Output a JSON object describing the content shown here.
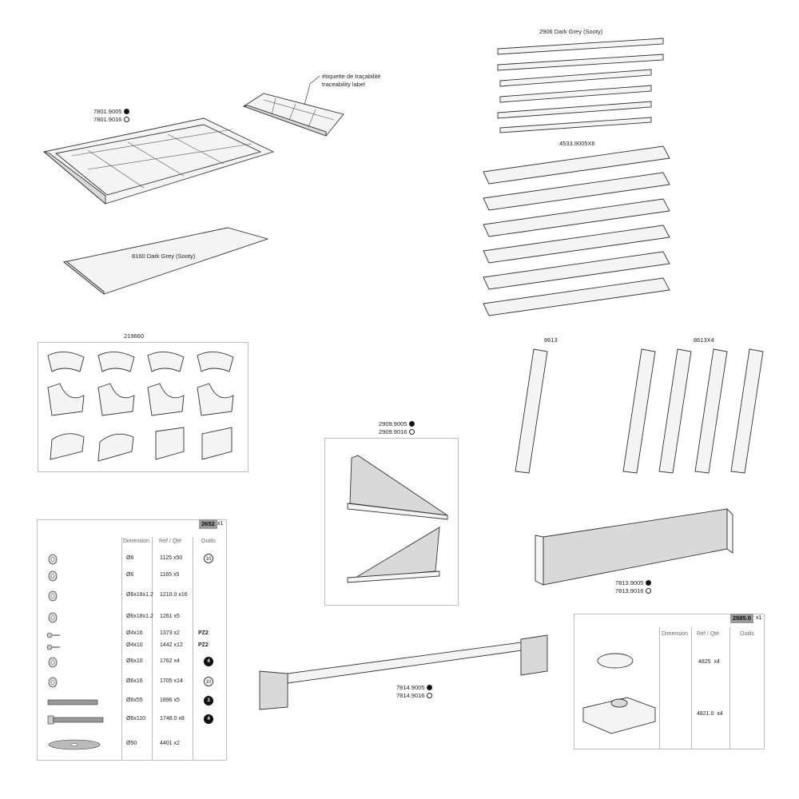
{
  "labels": {
    "traceability_fr": "étiquette de traçabilité",
    "traceability_en": "traceability label",
    "frame_ref_dark": "7801.9005",
    "frame_ref_white": "7801.9016",
    "board_label": "8160 Dark Grey (Sooty)",
    "rails_label": "2906 Dark Grey (Sooty)",
    "gutters_label": "4533.9005X6",
    "corners_label": "219660",
    "bracket_ref_dark": "2909.9005",
    "bracket_ref_white": "2909.9016",
    "leg_single": "8613",
    "legs_set": "8613X4",
    "panel_ref_dark": "7813.9005",
    "panel_ref_white": "7813.9016",
    "beam_ref_dark": "7814.9005",
    "beam_ref_white": "7814.9016"
  },
  "hardware_kit": {
    "kit_ref": "2652",
    "kit_qty": "x1",
    "headers": {
      "dimension": "Dimension",
      "ref_qty": "Réf  /  Qté",
      "tools": "Outils"
    },
    "rows": [
      {
        "icon": "nut-icon",
        "dimension": "Ø6",
        "ref": "1125",
        "qty": "x50",
        "tool": "10",
        "tool_style": "ring"
      },
      {
        "icon": "wing-nut-icon",
        "dimension": "Ø6",
        "ref": "1165",
        "qty": "x5",
        "tool": "",
        "tool_style": ""
      },
      {
        "icon": "washer-icon",
        "dimension": "Ø6x18x1.2",
        "ref": "1210.0",
        "qty": "x16",
        "tool": "",
        "tool_style": ""
      },
      {
        "icon": "washer-icon",
        "dimension": "Ø6x18x1.2",
        "ref": "1261",
        "qty": "x5",
        "tool": "",
        "tool_style": ""
      },
      {
        "icon": "screw-icon",
        "dimension": "Ø4x16",
        "ref": "1373",
        "qty": "x2",
        "tool": "PZ2",
        "tool_style": "pz"
      },
      {
        "icon": "screw-icon",
        "dimension": "Ø4x10",
        "ref": "1442",
        "qty": "x12",
        "tool": "PZ2",
        "tool_style": "pz"
      },
      {
        "icon": "hex-socket-bolt-icon",
        "dimension": "Ø6x10",
        "ref": "1762",
        "qty": "x4",
        "tool": "4",
        "tool_style": "hex"
      },
      {
        "icon": "hex-bolt-icon",
        "dimension": "Ø6x16",
        "ref": "1705",
        "qty": "x14",
        "tool": "10",
        "tool_style": "ring"
      },
      {
        "icon": "threaded-rod-icon",
        "dimension": "Ø6x55",
        "ref": "1896",
        "qty": "x5",
        "tool": "3",
        "tool_style": "hex"
      },
      {
        "icon": "long-bolt-icon",
        "dimension": "Ø6x110",
        "ref": "1748.0",
        "qty": "x8",
        "tool": "4",
        "tool_style": "hex"
      },
      {
        "icon": "disc-icon",
        "dimension": "Ø50",
        "ref": "4401",
        "qty": "x2",
        "tool": "",
        "tool_style": ""
      }
    ]
  },
  "feet_kit": {
    "kit_ref": "2885.0",
    "kit_qty": "x1",
    "headers": {
      "dimension": "Dimension",
      "ref_qty": "Réf  /  Qté",
      "tools": "Outils"
    },
    "rows": [
      {
        "icon": "pad-icon",
        "ref": "4825",
        "qty": "x4"
      },
      {
        "icon": "foot-icon",
        "ref": "4821.0",
        "qty": "x4"
      }
    ]
  },
  "colors": {
    "dark_swatch": "#111111",
    "white_swatch": "#ffffff",
    "kit_badge": "#9a9a9a",
    "border": "#bfbfbf"
  }
}
